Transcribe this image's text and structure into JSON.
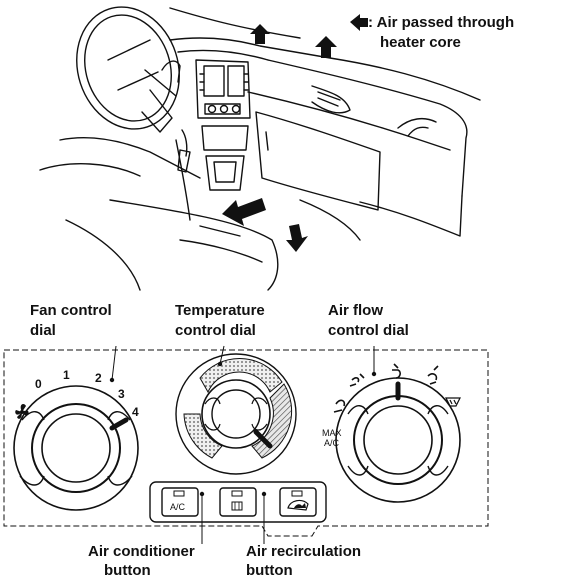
{
  "legend": {
    "line1": ": Air passed through",
    "line2": "heater core"
  },
  "labels": {
    "fan_dial": [
      "Fan control",
      "dial"
    ],
    "temp_dial": [
      "Temperature",
      "control dial"
    ],
    "airflow_dial": [
      "Air flow",
      "control dial"
    ],
    "ac_button": [
      "Air conditioner",
      "button"
    ],
    "recirc_button": [
      "Air recirculation",
      "button"
    ]
  },
  "fan_speeds": [
    "0",
    "1",
    "2",
    "3",
    "4"
  ],
  "button_texts": {
    "ac": "A/C",
    "max_ac_line1": "MAX",
    "max_ac_line2": "A/C"
  }
}
